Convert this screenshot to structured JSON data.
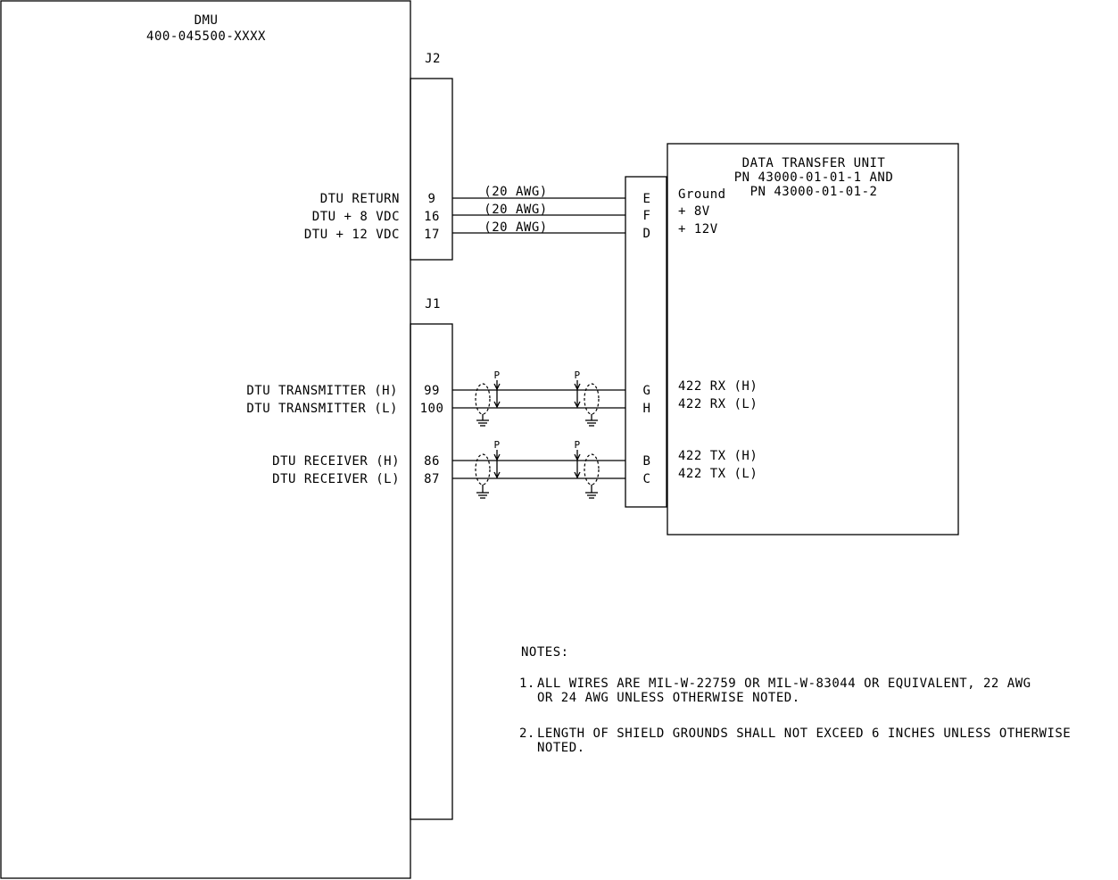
{
  "dmu": {
    "title": "DMU",
    "part_number": "400-045500-XXXX"
  },
  "connectors": {
    "j2": "J2",
    "j1": "J1"
  },
  "j2_signals": [
    {
      "dmu_label": "DTU RETURN",
      "pin": "9",
      "wire": "(20 AWG)",
      "dtu_pin": "E",
      "dtu_label": "Ground"
    },
    {
      "dmu_label": "DTU + 8  VDC",
      "pin": "16",
      "wire": "(20 AWG)",
      "dtu_pin": "F",
      "dtu_label": "+ 8V"
    },
    {
      "dmu_label": "DTU + 12 VDC",
      "pin": "17",
      "wire": "(20 AWG)",
      "dtu_pin": "D",
      "dtu_label": "+ 12V"
    }
  ],
  "j1_signals": [
    {
      "dmu_label": "DTU TRANSMITTER (H)",
      "pin": "99",
      "dtu_pin": "G",
      "dtu_label": "422 RX (H)"
    },
    {
      "dmu_label": "DTU TRANSMITTER (L)",
      "pin": "100",
      "dtu_pin": "H",
      "dtu_label": "422 RX (L)"
    },
    {
      "dmu_label": "DTU RECEIVER (H)",
      "pin": "86",
      "dtu_pin": "B",
      "dtu_label": "422 TX (H)"
    },
    {
      "dmu_label": "DTU RECEIVER (L)",
      "pin": "87",
      "dtu_pin": "C",
      "dtu_label": "422 TX (L)"
    }
  ],
  "shield_marker": "P",
  "dtu": {
    "title": "DATA TRANSFER UNIT",
    "pn_line1": "PN 43000-01-01-1 AND",
    "pn_line2": "PN 43000-01-01-2"
  },
  "notes": {
    "heading": "NOTES:",
    "items": [
      {
        "num": "1.",
        "line1": "ALL WIRES ARE MIL-W-22759 OR MIL-W-83044 OR EQUIVALENT, 22 AWG",
        "line2": "OR 24 AWG UNLESS OTHERWISE NOTED."
      },
      {
        "num": "2.",
        "line1": "LENGTH OF SHIELD GROUNDS SHALL NOT EXCEED 6 INCHES UNLESS OTHERWISE",
        "line2": "NOTED."
      }
    ]
  }
}
